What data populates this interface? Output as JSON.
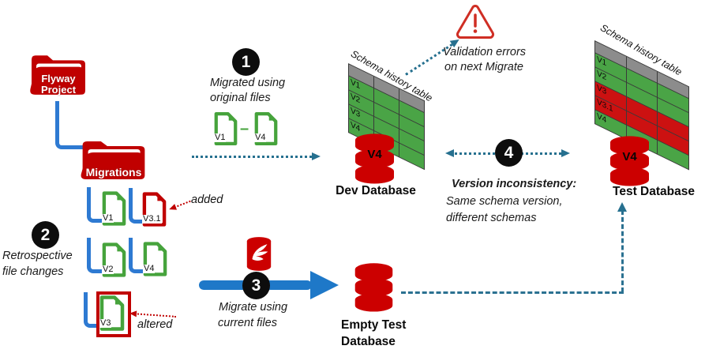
{
  "palette": {
    "flyway_red": "#c00000",
    "file_green": "#46a33c",
    "tree_blue": "#2e7ad2",
    "big_arrow_blue": "#1e78c8",
    "dotted_teal": "#26708f",
    "table_gray": "#8c8c8c",
    "table_green": "#4aa446",
    "table_red": "#cc1111",
    "warning_red": "#cf2e24"
  },
  "tree": {
    "root_folder": "Flyway Project",
    "migrations_folder": "Migrations",
    "files": [
      {
        "label": "V1"
      },
      {
        "label": "V3.1",
        "annotation": "added"
      },
      {
        "label": "V2"
      },
      {
        "label": "V4"
      },
      {
        "label": "V3",
        "annotation": "altered"
      }
    ]
  },
  "steps": {
    "s1": {
      "number": "1",
      "line1": "Migrated using",
      "line2": "original files",
      "range_start": "V1",
      "range_dash": "–",
      "range_end": "V4"
    },
    "s2": {
      "number": "2",
      "line1": "Retrospective",
      "line2": "file changes"
    },
    "s3": {
      "number": "3",
      "line1": "Migrate using",
      "line2": "current files"
    },
    "s4": {
      "number": "4",
      "title": "Version inconsistency:",
      "line1": "Same schema version,",
      "line2": "different schemas"
    }
  },
  "warning": {
    "line1": "Validation errors",
    "line2": "on next Migrate"
  },
  "dev": {
    "table_title": "Schema history table",
    "rows": [
      {
        "label": "V1",
        "color": "#4aa446"
      },
      {
        "label": "V2",
        "color": "#4aa446"
      },
      {
        "label": "V3",
        "color": "#4aa446"
      },
      {
        "label": "V4",
        "color": "#4aa446"
      }
    ],
    "db_version": "V4",
    "db_label": "Dev Database"
  },
  "test": {
    "table_title": "Schema history table",
    "rows": [
      {
        "label": "V1",
        "color": "#4aa446"
      },
      {
        "label": "V2",
        "color": "#4aa446"
      },
      {
        "label": "V3",
        "color": "#cc1111"
      },
      {
        "label": "V3.1",
        "color": "#cc1111"
      },
      {
        "label": "V4",
        "color": "#4aa446"
      }
    ],
    "db_version": "V4",
    "db_label": "Test Database"
  },
  "empty_db": {
    "label_line1": "Empty Test",
    "label_line2": "Database"
  }
}
